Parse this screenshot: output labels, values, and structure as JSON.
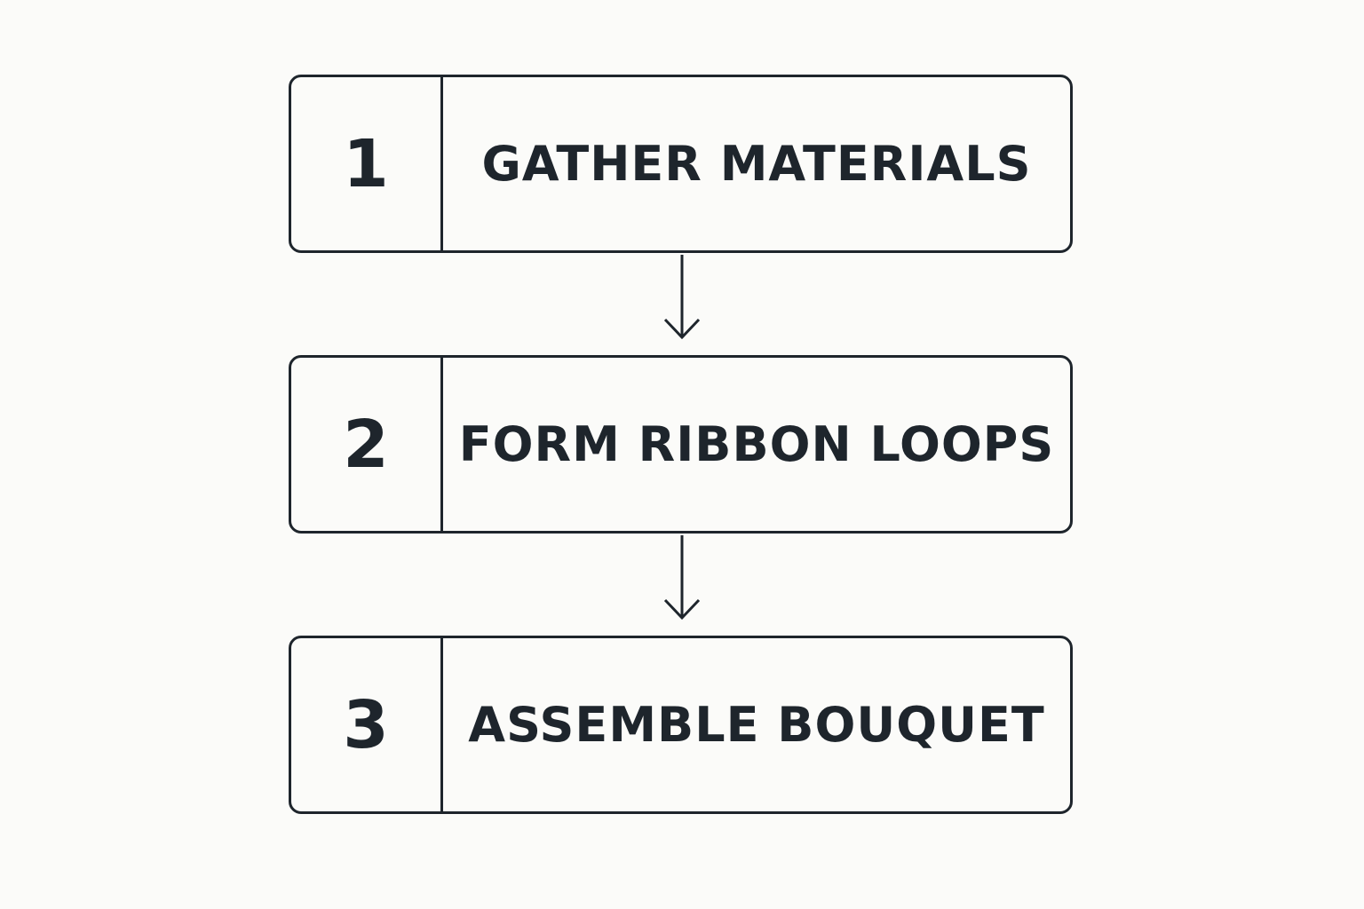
{
  "flowchart": {
    "steps": [
      {
        "number": "1",
        "label": "GATHER MATERIALS"
      },
      {
        "number": "2",
        "label": "FORM RIBBON LOOPS"
      },
      {
        "number": "3",
        "label": "ASSEMBLE BOUQUET"
      }
    ]
  },
  "colors": {
    "background": "#fbfbf9",
    "stroke": "#1e252c",
    "text": "#1e252c"
  }
}
